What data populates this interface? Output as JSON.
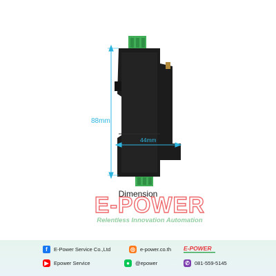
{
  "dimension_label": "Dimension",
  "measure_height": "88mm",
  "measure_width": "44mm",
  "brand_name": "E-POWER",
  "brand_tagline": "Relentless Innovation Automation",
  "mini_logo_name": "E-POWER",
  "contacts": {
    "facebook": "E-Power Service Co.,Ltd",
    "website": "e-power.co.th",
    "youtube": "Epower Service",
    "line": "@epower",
    "phone": "081-559-5145"
  },
  "colors": {
    "brand_red": "#e8373c",
    "tagline_green": "#3aa856",
    "dimension_cyan": "#2bb5e0",
    "device_body": "#1c1c1c",
    "terminal_green": "#3fae57"
  }
}
